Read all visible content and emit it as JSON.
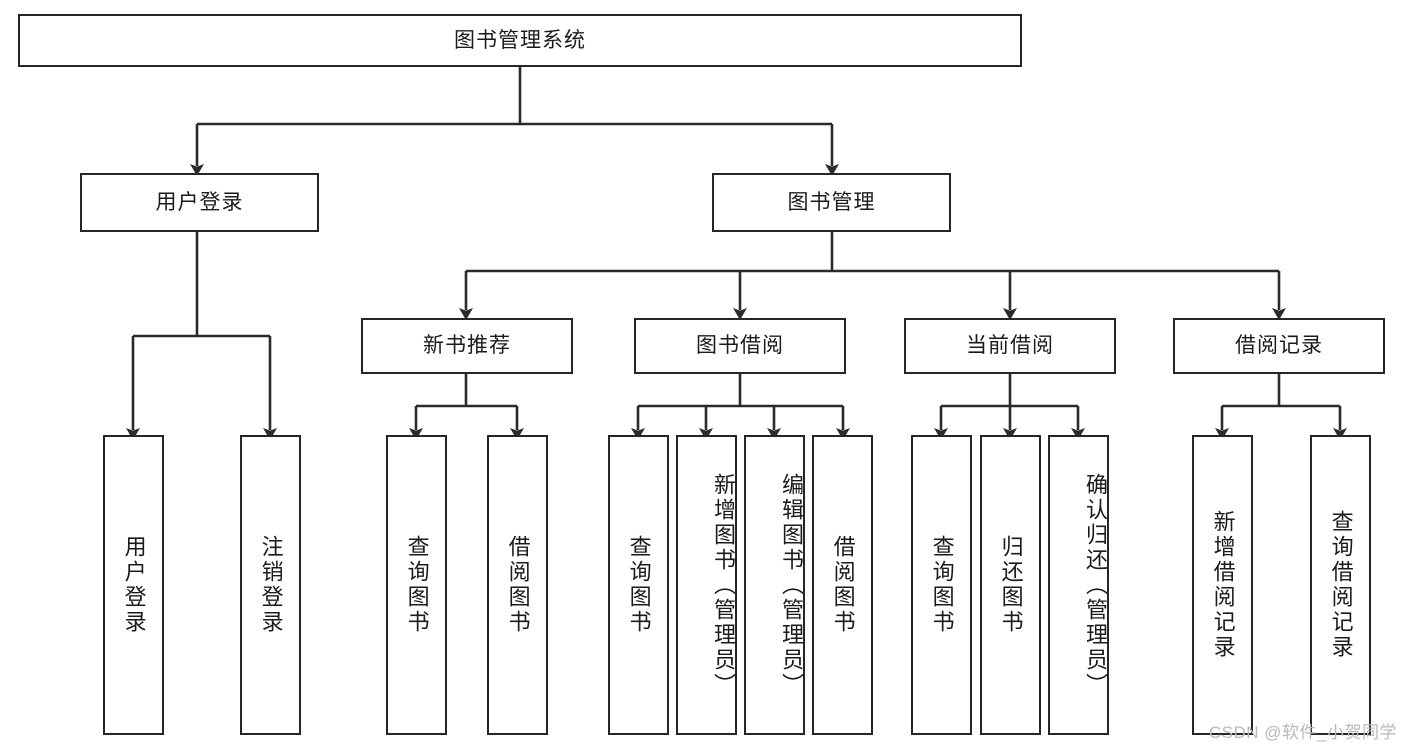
{
  "diagram": {
    "title": "图书管理系统",
    "root": {
      "label": "图书管理系统"
    },
    "level2": [
      {
        "label": "用户登录"
      },
      {
        "label": "图书管理"
      }
    ],
    "level3": [
      {
        "label": "新书推荐"
      },
      {
        "label": "图书借阅"
      },
      {
        "label": "当前借阅"
      },
      {
        "label": "借阅记录"
      }
    ],
    "leaves": {
      "user_login": [
        {
          "label": "用户登录"
        },
        {
          "label": "注销登录"
        }
      ],
      "new_book_recommend": [
        {
          "label": "查询图书"
        },
        {
          "label": "借阅图书"
        }
      ],
      "book_borrow": [
        {
          "label": "查询图书"
        },
        {
          "label": "新增图书（管理员）"
        },
        {
          "label": "编辑图书（管理员）"
        },
        {
          "label": "借阅图书"
        }
      ],
      "current_borrow": [
        {
          "label": "查询图书"
        },
        {
          "label": "归还图书"
        },
        {
          "label": "确认归还（管理员）"
        }
      ],
      "borrow_records": [
        {
          "label": "新增借阅记录"
        },
        {
          "label": "查询借阅记录"
        }
      ]
    }
  },
  "watermark": {
    "text": "CSDN @软件_小贺同学"
  },
  "colors": {
    "stroke": "#262626",
    "background": "#ffffff",
    "text": "#1b1b1b",
    "watermark": "#b9b9b9"
  }
}
